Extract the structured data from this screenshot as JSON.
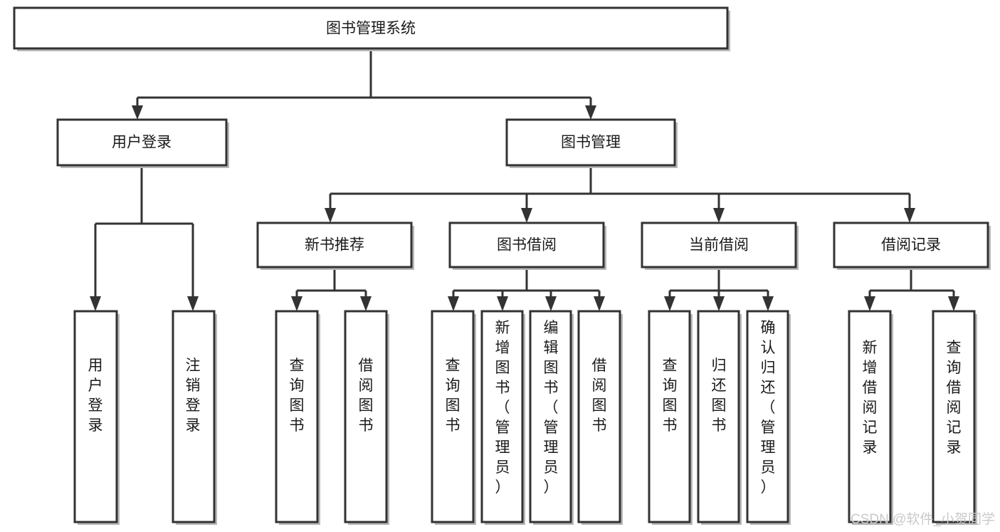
{
  "diagram": {
    "type": "tree",
    "title": "图书管理系统",
    "orientation": "top-down",
    "levels": 4,
    "nodes": {
      "root": {
        "label": "图书管理系统"
      },
      "l2": [
        {
          "id": "user-login",
          "label": "用户登录"
        },
        {
          "id": "book-manage",
          "label": "图书管理"
        }
      ],
      "l3": [
        {
          "id": "new-book-rec",
          "label": "新书推荐",
          "parent": "book-manage"
        },
        {
          "id": "book-borrow",
          "label": "图书借阅",
          "parent": "book-manage"
        },
        {
          "id": "current-borrow",
          "label": "当前借阅",
          "parent": "book-manage"
        },
        {
          "id": "borrow-record",
          "label": "借阅记录",
          "parent": "book-manage"
        }
      ],
      "leaves": [
        {
          "id": "leaf-user-login",
          "label": "用户登录",
          "parent": "user-login"
        },
        {
          "id": "leaf-user-logout",
          "label": "注销登录",
          "parent": "user-login"
        },
        {
          "id": "leaf-rec-query",
          "label": "查询图书",
          "parent": "new-book-rec"
        },
        {
          "id": "leaf-rec-borrow",
          "label": "借阅图书",
          "parent": "new-book-rec"
        },
        {
          "id": "leaf-borrow-query",
          "label": "查询图书",
          "parent": "book-borrow"
        },
        {
          "id": "leaf-borrow-add",
          "label": "新增图书（管理员）",
          "parent": "book-borrow"
        },
        {
          "id": "leaf-borrow-edit",
          "label": "编辑图书（管理员）",
          "parent": "book-borrow"
        },
        {
          "id": "leaf-borrow-lend",
          "label": "借阅图书",
          "parent": "book-borrow"
        },
        {
          "id": "leaf-cur-query",
          "label": "查询图书",
          "parent": "current-borrow"
        },
        {
          "id": "leaf-cur-return",
          "label": "归还图书",
          "parent": "current-borrow"
        },
        {
          "id": "leaf-cur-confirm",
          "label": "确认归还（管理员）",
          "parent": "current-borrow"
        },
        {
          "id": "leaf-rec-add",
          "label": "新增借阅记录",
          "parent": "borrow-record"
        },
        {
          "id": "leaf-rec-query2",
          "label": "查询借阅记录",
          "parent": "borrow-record"
        }
      ]
    },
    "colors": {
      "stroke": "#333333",
      "fill": "#ffffff",
      "text": "#1a1a1a",
      "shadow": "#b8b8b8",
      "watermark": "#c9c9c9"
    }
  },
  "watermark": {
    "text": "CSDN @软件_小贺同学"
  }
}
